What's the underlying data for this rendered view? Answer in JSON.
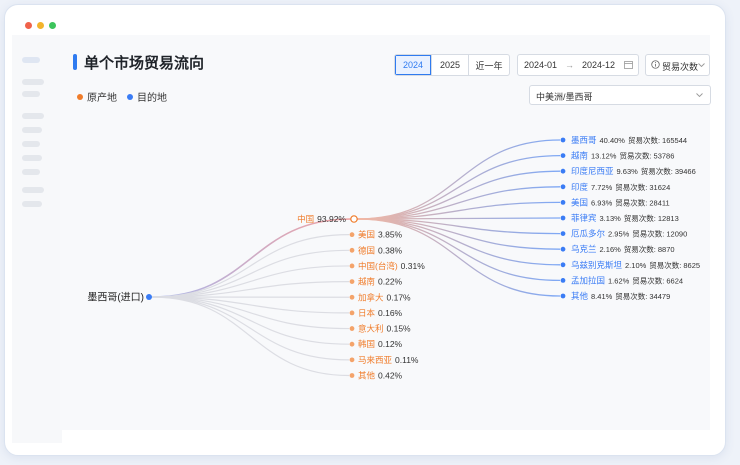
{
  "page": {
    "title": "单个市场贸易流向"
  },
  "year_tabs": [
    {
      "label": "2024",
      "active": true
    },
    {
      "label": "2025",
      "active": false
    },
    {
      "label": "近一年",
      "active": false
    }
  ],
  "date_range": {
    "start": "2024-01",
    "separator": "→",
    "end": "2024-12"
  },
  "metric_select": {
    "value": "贸易次数"
  },
  "legend": {
    "origin": "原产地",
    "destination": "目的地"
  },
  "market_select": {
    "value": "中美洲/墨西哥"
  },
  "colors": {
    "accent": "#2f7bf0",
    "origin": "#f07c2a",
    "destination": "#3a7cf5",
    "gray_link": "#dcdde3"
  },
  "flow": {
    "root": {
      "label": "墨西哥(进口)"
    },
    "origins": [
      {
        "name": "中国",
        "pct": "93.92%",
        "expanded": true
      },
      {
        "name": "美国",
        "pct": "3.85%"
      },
      {
        "name": "德国",
        "pct": "0.38%"
      },
      {
        "name": "中国(台湾)",
        "pct": "0.31%"
      },
      {
        "name": "越南",
        "pct": "0.22%"
      },
      {
        "name": "加拿大",
        "pct": "0.17%"
      },
      {
        "name": "日本",
        "pct": "0.16%"
      },
      {
        "name": "意大利",
        "pct": "0.15%"
      },
      {
        "name": "韩国",
        "pct": "0.12%"
      },
      {
        "name": "马来西亚",
        "pct": "0.11%"
      },
      {
        "name": "其他",
        "pct": "0.42%"
      }
    ],
    "metric_label": "贸易次数:",
    "destinations": [
      {
        "name": "墨西哥",
        "pct": "40.40%",
        "count": "165544"
      },
      {
        "name": "越南",
        "pct": "13.12%",
        "count": "53786"
      },
      {
        "name": "印度尼西亚",
        "pct": "9.63%",
        "count": "39466"
      },
      {
        "name": "印度",
        "pct": "7.72%",
        "count": "31624"
      },
      {
        "name": "美国",
        "pct": "6.93%",
        "count": "28411"
      },
      {
        "name": "菲律宾",
        "pct": "3.13%",
        "count": "12813"
      },
      {
        "name": "厄瓜多尔",
        "pct": "2.95%",
        "count": "12090"
      },
      {
        "name": "乌克兰",
        "pct": "2.16%",
        "count": "8870"
      },
      {
        "name": "乌兹别克斯坦",
        "pct": "2.10%",
        "count": "8625"
      },
      {
        "name": "孟加拉国",
        "pct": "1.62%",
        "count": "6624"
      },
      {
        "name": "其他",
        "pct": "8.41%",
        "count": "34479"
      }
    ]
  }
}
